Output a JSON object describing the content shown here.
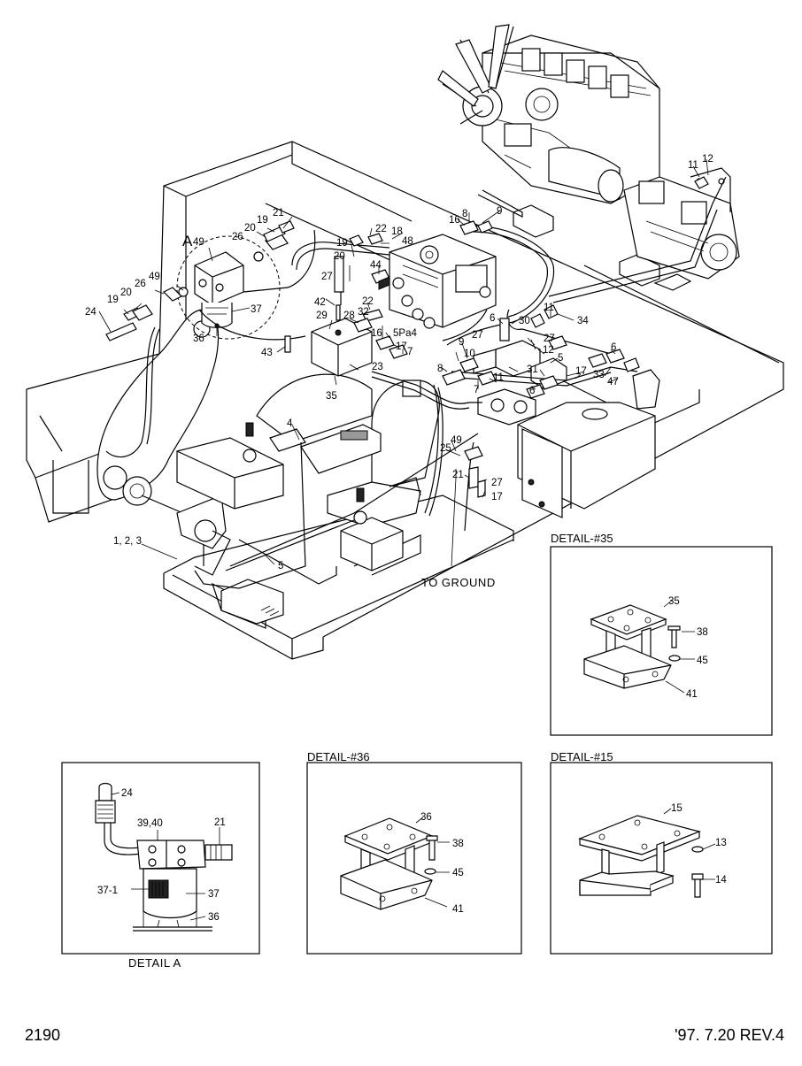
{
  "main_callouts": [
    "1, 2, 3",
    "4",
    "5",
    "5",
    "6",
    "6",
    "6",
    "7",
    "7",
    "8",
    "8",
    "9",
    "9",
    "10",
    "11",
    "11",
    "11",
    "12",
    "16",
    "16",
    "17",
    "17",
    "17",
    "18",
    "19",
    "19",
    "19",
    "20",
    "20",
    "20",
    "21",
    "21",
    "22",
    "22",
    "23",
    "24",
    "25",
    "26",
    "26",
    "27",
    "27",
    "27",
    "28",
    "29",
    "30",
    "31",
    "32",
    "33",
    "34",
    "35",
    "36",
    "37",
    "42",
    "43",
    "44",
    "47",
    "48",
    "49",
    "49",
    "49",
    "5Pa4",
    "A"
  ],
  "to_ground": "TO GROUND",
  "detail_35": {
    "title": "DETAIL-#35",
    "labels": [
      "35",
      "38",
      "45",
      "41"
    ]
  },
  "detail_a": {
    "caption": "DETAIL  A",
    "labels": [
      "24",
      "39,40",
      "21",
      "37-1",
      "37",
      "36"
    ]
  },
  "detail_36": {
    "title": "DETAIL-#36",
    "labels": [
      "36",
      "38",
      "45",
      "41"
    ]
  },
  "detail_15": {
    "title": "DETAIL-#15",
    "labels": [
      "15",
      "13",
      "14"
    ]
  },
  "footer": {
    "page_number": "2190",
    "revision": "'97. 7.20  REV.4"
  }
}
